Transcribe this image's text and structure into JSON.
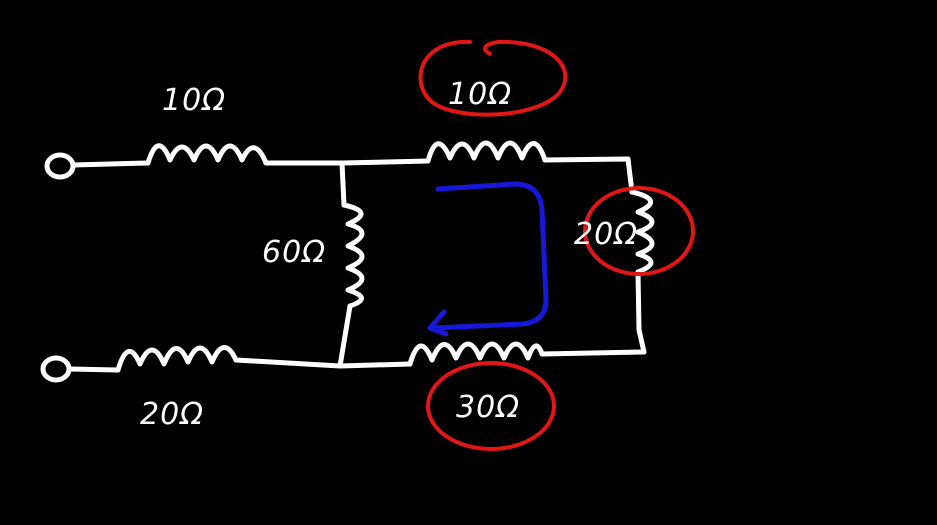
{
  "diagram": {
    "colors": {
      "background": "#000000",
      "wire": "#ffffff",
      "highlight": "#e31616",
      "loop_arrow": "#1818d8"
    },
    "resistors": [
      {
        "id": "r-top-left",
        "label": "10Ω",
        "highlighted": false
      },
      {
        "id": "r-top-right",
        "label": "10Ω",
        "highlighted": true
      },
      {
        "id": "r-middle",
        "label": "60Ω",
        "highlighted": false
      },
      {
        "id": "r-right",
        "label": "20Ω",
        "highlighted": true
      },
      {
        "id": "r-bottom-right",
        "label": "30Ω",
        "highlighted": true
      },
      {
        "id": "r-bottom-left",
        "label": "20Ω",
        "highlighted": false
      }
    ],
    "terminals": 2,
    "loop_direction": "clockwise"
  }
}
